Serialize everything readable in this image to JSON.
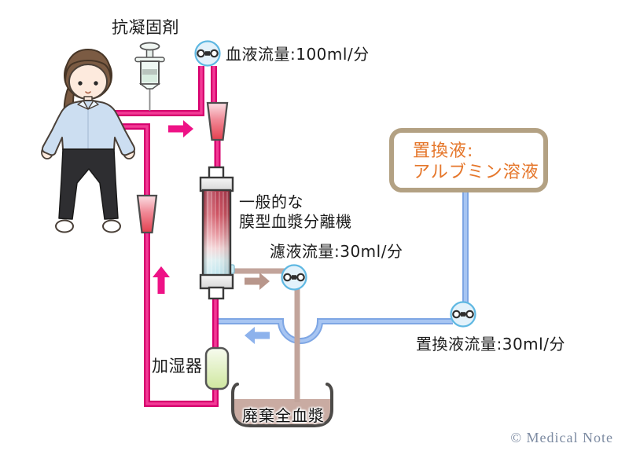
{
  "labels": {
    "anticoagulant": "抗凝固剤",
    "blood_flow": "血液流量:100ml/分",
    "separator": "一般的な\n膜型血漿分離機",
    "filtrate_flow": "濾液流量:30ml/分",
    "replacement_flow": "置換液流量:30ml/分",
    "warmer": "加湿器",
    "waste": "廃棄全血漿",
    "replacement_box": "置換液:\nアルブミン溶液",
    "copyright": "© Medical Note"
  },
  "flows": {
    "blood_ml_per_min": 100,
    "filtrate_ml_per_min": 30,
    "replacement_ml_per_min": 30
  },
  "icons": {
    "syringe": "syringe-icon",
    "blood_pump": "blood-pump-icon",
    "filtrate_pump": "filtrate-pump-icon",
    "replacement_pump": "replacement-pump-icon"
  },
  "colors": {
    "blood_line": "#d6006e",
    "blood_line_core": "#f23b95",
    "filtrate_line": "#c2a49b",
    "replacement_line": "#7ea6e4",
    "replacement_line_core": "#a7c5f2",
    "pump_fill": "#e3f2fb",
    "pump_border": "#5fb8e2",
    "box_border": "#b3a183",
    "box_text": "#e5762a",
    "copyright": "#7d8ba2"
  }
}
